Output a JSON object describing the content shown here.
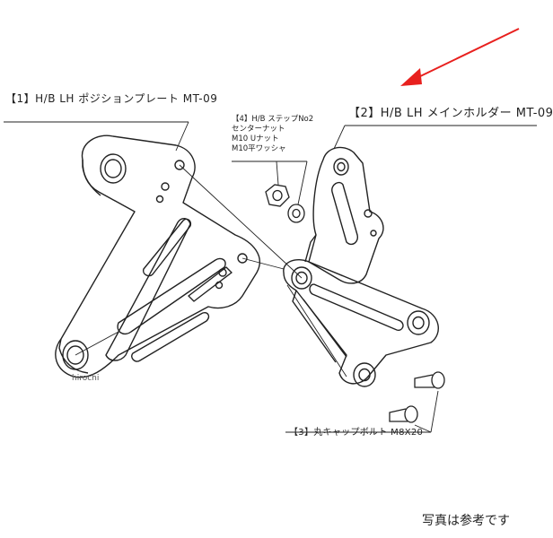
{
  "labels": {
    "part1": "【1】H/B LH ポジションプレート MT-09",
    "part2": "【2】H/B LH メインホルダー MT-09",
    "part3": "【3】丸キャップボルト M8X20",
    "part4": "【4】H/B ステップNo2\nセンターナット\nM10 Uナット\nM10平ワッシャ"
  },
  "watermark": "hirochi",
  "footer_note": "写真は参考です",
  "colors": {
    "line": "#222222",
    "arrow": "#e8201e",
    "background": "#ffffff"
  },
  "icons": {
    "arrow": "red-arrow-icon"
  }
}
